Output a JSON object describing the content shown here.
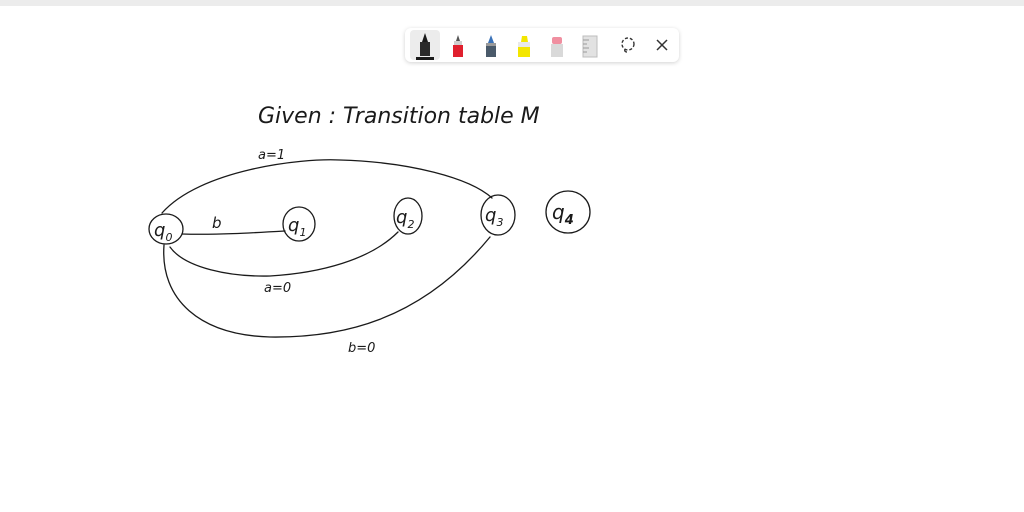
{
  "whiteboard": {
    "title": "Given : Transition table M",
    "states": [
      "q0",
      "q1",
      "q2",
      "q3",
      "q4"
    ],
    "state_labels": {
      "q0": {
        "base": "q",
        "sub": "0"
      },
      "q1": {
        "base": "q",
        "sub": "1"
      },
      "q2": {
        "base": "q",
        "sub": "2"
      },
      "q3": {
        "base": "q",
        "sub": "3"
      },
      "q4": {
        "base": "q",
        "sub": "4"
      }
    },
    "edge_labels": {
      "q0_q1": "b",
      "q0_q3_top": "a=1",
      "q0_q2_bottom": "a=0",
      "q0_q3_bottom": "b=0"
    }
  },
  "toolbar": {
    "tools": [
      {
        "name": "black-pen",
        "color": "#1a1a1a",
        "selected": true
      },
      {
        "name": "red-pen",
        "color": "#e0202e",
        "selected": false
      },
      {
        "name": "blue-pen",
        "color": "#3a72b8",
        "selected": false
      },
      {
        "name": "highlighter",
        "color": "#f3e600",
        "selected": false
      },
      {
        "name": "eraser",
        "color": "#f08fa0",
        "selected": false
      },
      {
        "name": "ruler",
        "color": "#cfcfcf",
        "selected": false
      }
    ],
    "lasso_icon": "lasso-icon",
    "close_icon": "close-icon"
  }
}
